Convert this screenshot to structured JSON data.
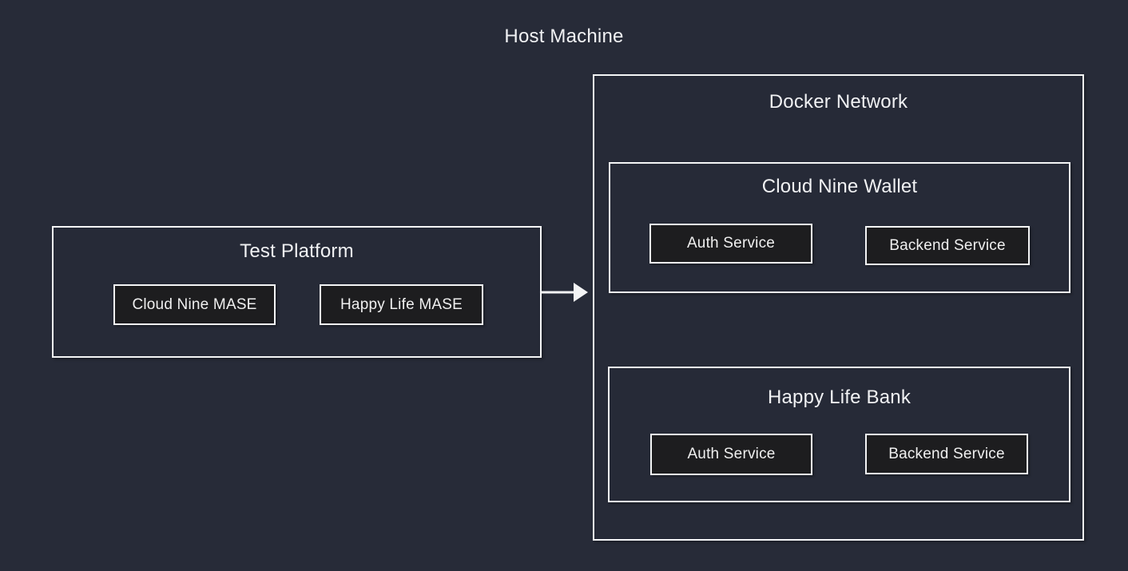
{
  "diagram": {
    "host_title": "Host Machine",
    "test_platform": {
      "title": "Test Platform",
      "nodes": [
        {
          "label": "Cloud Nine MASE"
        },
        {
          "label": "Happy Life MASE"
        }
      ]
    },
    "connector": {
      "name": "flow-arrow",
      "direction": "right",
      "from": "Test Platform",
      "to": "Docker Network"
    },
    "docker_network": {
      "title": "Docker Network",
      "groups": [
        {
          "title": "Cloud Nine Wallet",
          "services": [
            {
              "label": "Auth Service"
            },
            {
              "label": "Backend Service"
            }
          ]
        },
        {
          "title": "Happy Life Bank",
          "services": [
            {
              "label": "Auth Service"
            },
            {
              "label": "Backend Service"
            }
          ]
        }
      ]
    },
    "colors": {
      "background": "#272b38",
      "border": "#f4f5f6",
      "node_fill": "#1d1d1f",
      "text": "#f0f1f3"
    }
  }
}
